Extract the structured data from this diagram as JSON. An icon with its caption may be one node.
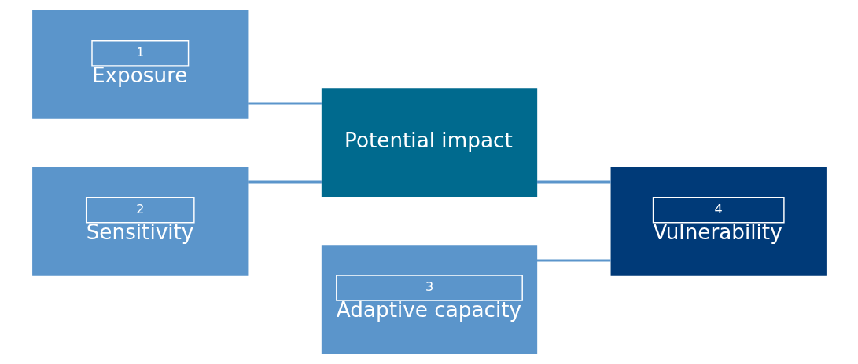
{
  "diagram": {
    "nodes": [
      {
        "text": [
          "1",
          "Exposure"
        ]
      },
      {
        "text": [
          "2",
          "Sensitivity"
        ]
      },
      {
        "text": [
          "3",
          "Adaptive capacity"
        ]
      },
      {
        "text": [
          "Potential impact"
        ]
      },
      {
        "text": [
          "4",
          "Vulnerability"
        ]
      }
    ],
    "edges": [
      {
        "from": 0,
        "to": 3,
        "arrow": "none"
      },
      {
        "from": 1,
        "to": 3,
        "arrow": "none"
      },
      {
        "from": 2,
        "to": 4,
        "arrow": "none"
      },
      {
        "from": 3,
        "to": 4,
        "arrow": "none"
      }
    ]
  }
}
